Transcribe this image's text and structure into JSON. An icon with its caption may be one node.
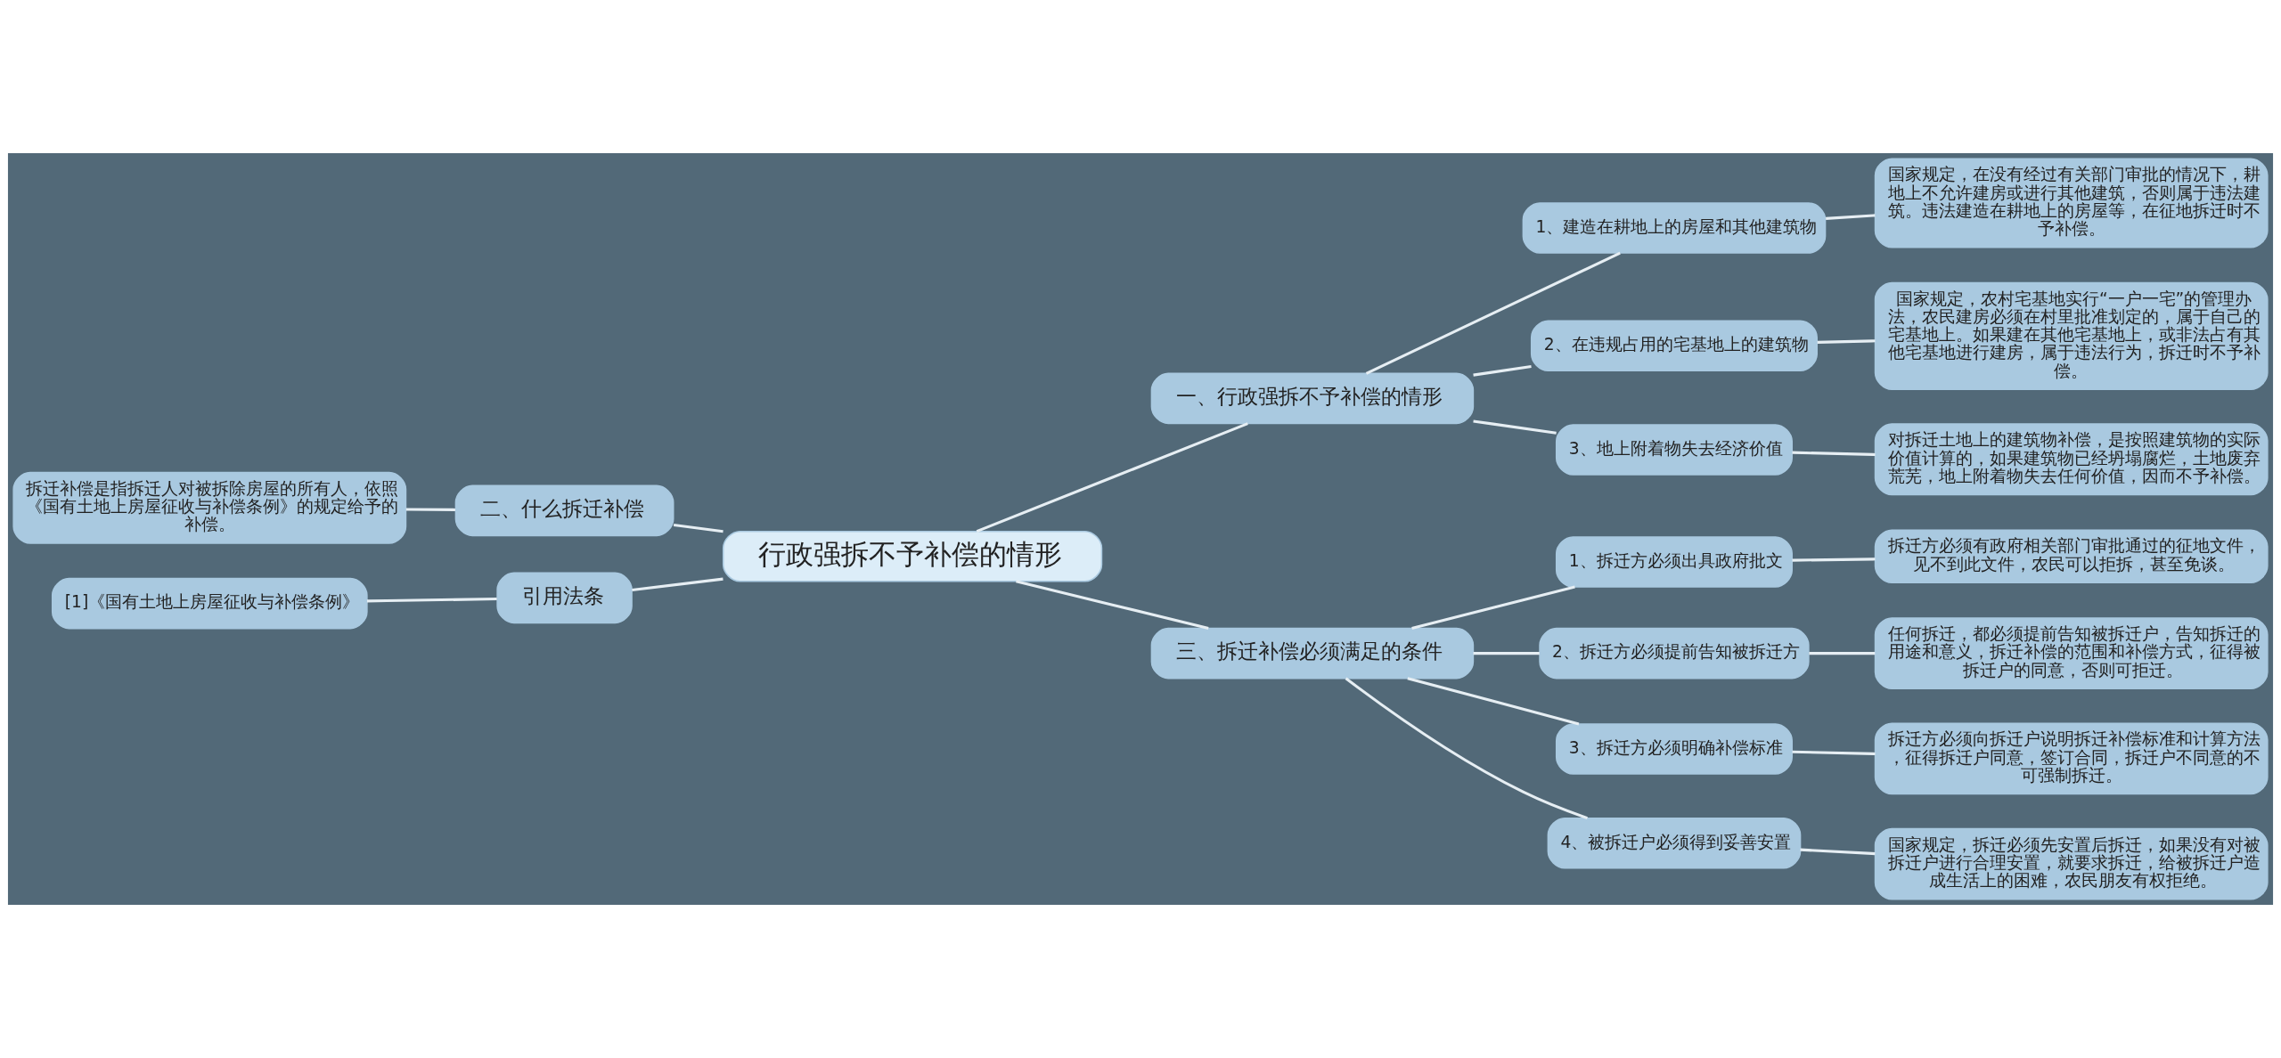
{
  "diagram": {
    "nodes": [
      {
        "text": [
          "行政强拆不予补偿的情形"
        ]
      },
      {
        "text": [
          "一、行政强拆不予补偿的情形"
        ]
      },
      {
        "text": [
          "1、建造在耕地上的房屋和其他建筑物"
        ]
      },
      {
        "text": [
          "国家规定，在没有经过有关部门审批的情况下，耕地上不允许建房或进行其他建筑，否则属于违法建筑。违法建造在耕地上的房屋等，在征地拆迁时不予补偿。"
        ]
      },
      {
        "text": [
          "2、在违规占用的宅基地上的建筑物"
        ]
      },
      {
        "text": [
          "国家规定，农村宅基地实行“一户一宅”的管理办法，农民建房必须在村里批准划定的，属于自己的宅基地上。如果建在其他宅基地上，或非法占有其他宅基地进行建房，属于违法行为，拆迁时不予补偿。"
        ]
      },
      {
        "text": [
          "3、地上附着物失去经济价值"
        ]
      },
      {
        "text": [
          "对拆迁土地上的建筑物补偿，是按照建筑物的实际价值计算的，如果建筑物已经坍塌腐烂，土地废弃荒芜，地上附着物失去任何价值，因而不予补偿。"
        ]
      },
      {
        "text": [
          "三、拆迁补偿必须满足的条件"
        ]
      },
      {
        "text": [
          "1、拆迁方必须出具政府批文"
        ]
      },
      {
        "text": [
          "拆迁方必须有政府相关部门审批通过的征地文件，见不到此文件，农民可以拒拆，甚至免谈。"
        ]
      },
      {
        "text": [
          "2、拆迁方必须提前告知被拆迁方"
        ]
      },
      {
        "text": [
          "任何拆迁，都必须提前告知被拆迁户，告知拆迁的用途和意义，拆迁补偿的范围和补偿方式，征得被拆迁户的同意，否则可拒迁。"
        ]
      },
      {
        "text": [
          "3、拆迁方必须明确补偿标准"
        ]
      },
      {
        "text": [
          "拆迁方必须向拆迁户说明拆迁补偿标准和计算方法，征得拆迁户同意，签订合同，拆迁户不同意的不可强制拆迁。"
        ]
      },
      {
        "text": [
          "4、被拆迁户必须得到妥善安置"
        ]
      },
      {
        "text": [
          "国家规定，拆迁必须先安置后拆迁，如果没有对被拆迁户进行合理安置，就要求拆迁，给被拆迁户造成生活上的困难，农民朋友有权拒绝。"
        ]
      },
      {
        "text": [
          "二、什么拆迁补偿"
        ]
      },
      {
        "text": [
          "拆迁补偿是指拆迁人对被拆除房屋的所有人，依照《国有土地上房屋征收与补偿条例》的规定给予的补偿。"
        ]
      },
      {
        "text": [
          "引用法条"
        ]
      },
      {
        "text": [
          "[1]《国有土地上房屋征收与补偿条例》"
        ]
      }
    ],
    "edges": [
      {
        "from": 0,
        "to": 1,
        "arrow": "none"
      },
      {
        "from": 1,
        "to": 2,
        "arrow": "none"
      },
      {
        "from": 2,
        "to": 3,
        "arrow": "none"
      },
      {
        "from": 1,
        "to": 4,
        "arrow": "none"
      },
      {
        "from": 4,
        "to": 5,
        "arrow": "none"
      },
      {
        "from": 1,
        "to": 6,
        "arrow": "none"
      },
      {
        "from": 6,
        "to": 7,
        "arrow": "none"
      },
      {
        "from": 0,
        "to": 8,
        "arrow": "none"
      },
      {
        "from": 8,
        "to": 9,
        "arrow": "none"
      },
      {
        "from": 9,
        "to": 10,
        "arrow": "none"
      },
      {
        "from": 8,
        "to": 11,
        "arrow": "none"
      },
      {
        "from": 11,
        "to": 12,
        "arrow": "none"
      },
      {
        "from": 8,
        "to": 13,
        "arrow": "none"
      },
      {
        "from": 13,
        "to": 14,
        "arrow": "none"
      },
      {
        "from": 8,
        "to": 15,
        "arrow": "none"
      },
      {
        "from": 15,
        "to": 16,
        "arrow": "none"
      },
      {
        "from": 0,
        "to": 17,
        "arrow": "none"
      },
      {
        "from": 17,
        "to": 18,
        "arrow": "none"
      },
      {
        "from": 0,
        "to": 19,
        "arrow": "none"
      },
      {
        "from": 19,
        "to": 20,
        "arrow": "none"
      }
    ]
  }
}
